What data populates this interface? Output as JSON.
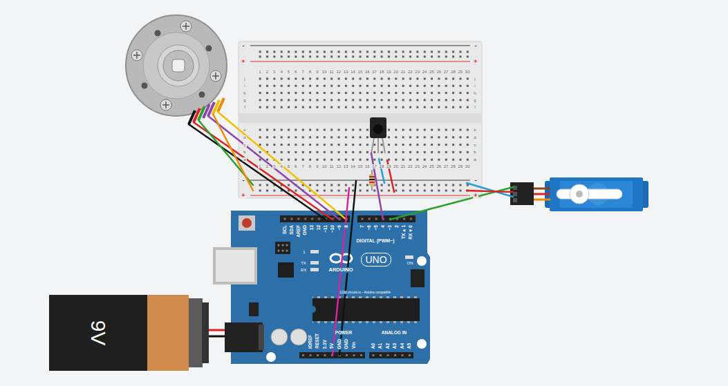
{
  "diagram": {
    "nodes": [
      {
        "text": [
          "9V"
        ]
      },
      {
        "text": [
          "UNO"
        ]
      }
    ],
    "labels": [
      "1",
      "2",
      "3",
      "4",
      "5",
      "6",
      "7",
      "8",
      "9",
      "10",
      "11",
      "12",
      "13",
      "14",
      "15",
      "16",
      "17",
      "18",
      "19",
      "20",
      "21",
      "22",
      "23",
      "24",
      "25",
      "26",
      "27",
      "28",
      "29",
      "30",
      "1",
      "2",
      "3",
      "4",
      "5",
      "6",
      "7",
      "8",
      "9",
      "10",
      "11",
      "12",
      "13",
      "14",
      "15",
      "16",
      "17",
      "18",
      "19",
      "20",
      "21",
      "22",
      "23",
      "24",
      "25",
      "26",
      "27",
      "28",
      "29",
      "30",
      "j",
      "i",
      "h",
      "g",
      "f",
      "e",
      "d",
      "c",
      "b",
      "a",
      "j",
      "i",
      "h",
      "g",
      "f",
      "e",
      "d",
      "c",
      "b",
      "a",
      "-",
      "+",
      "-",
      "+",
      "-",
      "+",
      "-",
      "+",
      "SCL",
      "SDA",
      "AREF",
      "GND",
      "13",
      "12",
      "~11",
      "~10",
      "~9",
      "8",
      "7",
      "~6",
      "~5",
      "4",
      "~3",
      "2",
      "TX▸1",
      "RX◂0",
      "DIGITAL (PWM~)",
      "ARDUINO",
      "1",
      "TX",
      "RX",
      "ON",
      "123D.circuits.io – Arduino compatible",
      "IOREF",
      "RESET",
      "3.3V",
      "5V",
      "GND",
      "GND",
      "Vin",
      "POWER",
      "ANALOG IN",
      "A0",
      "A1",
      "A2",
      "A3",
      "A4",
      "A5"
    ]
  }
}
